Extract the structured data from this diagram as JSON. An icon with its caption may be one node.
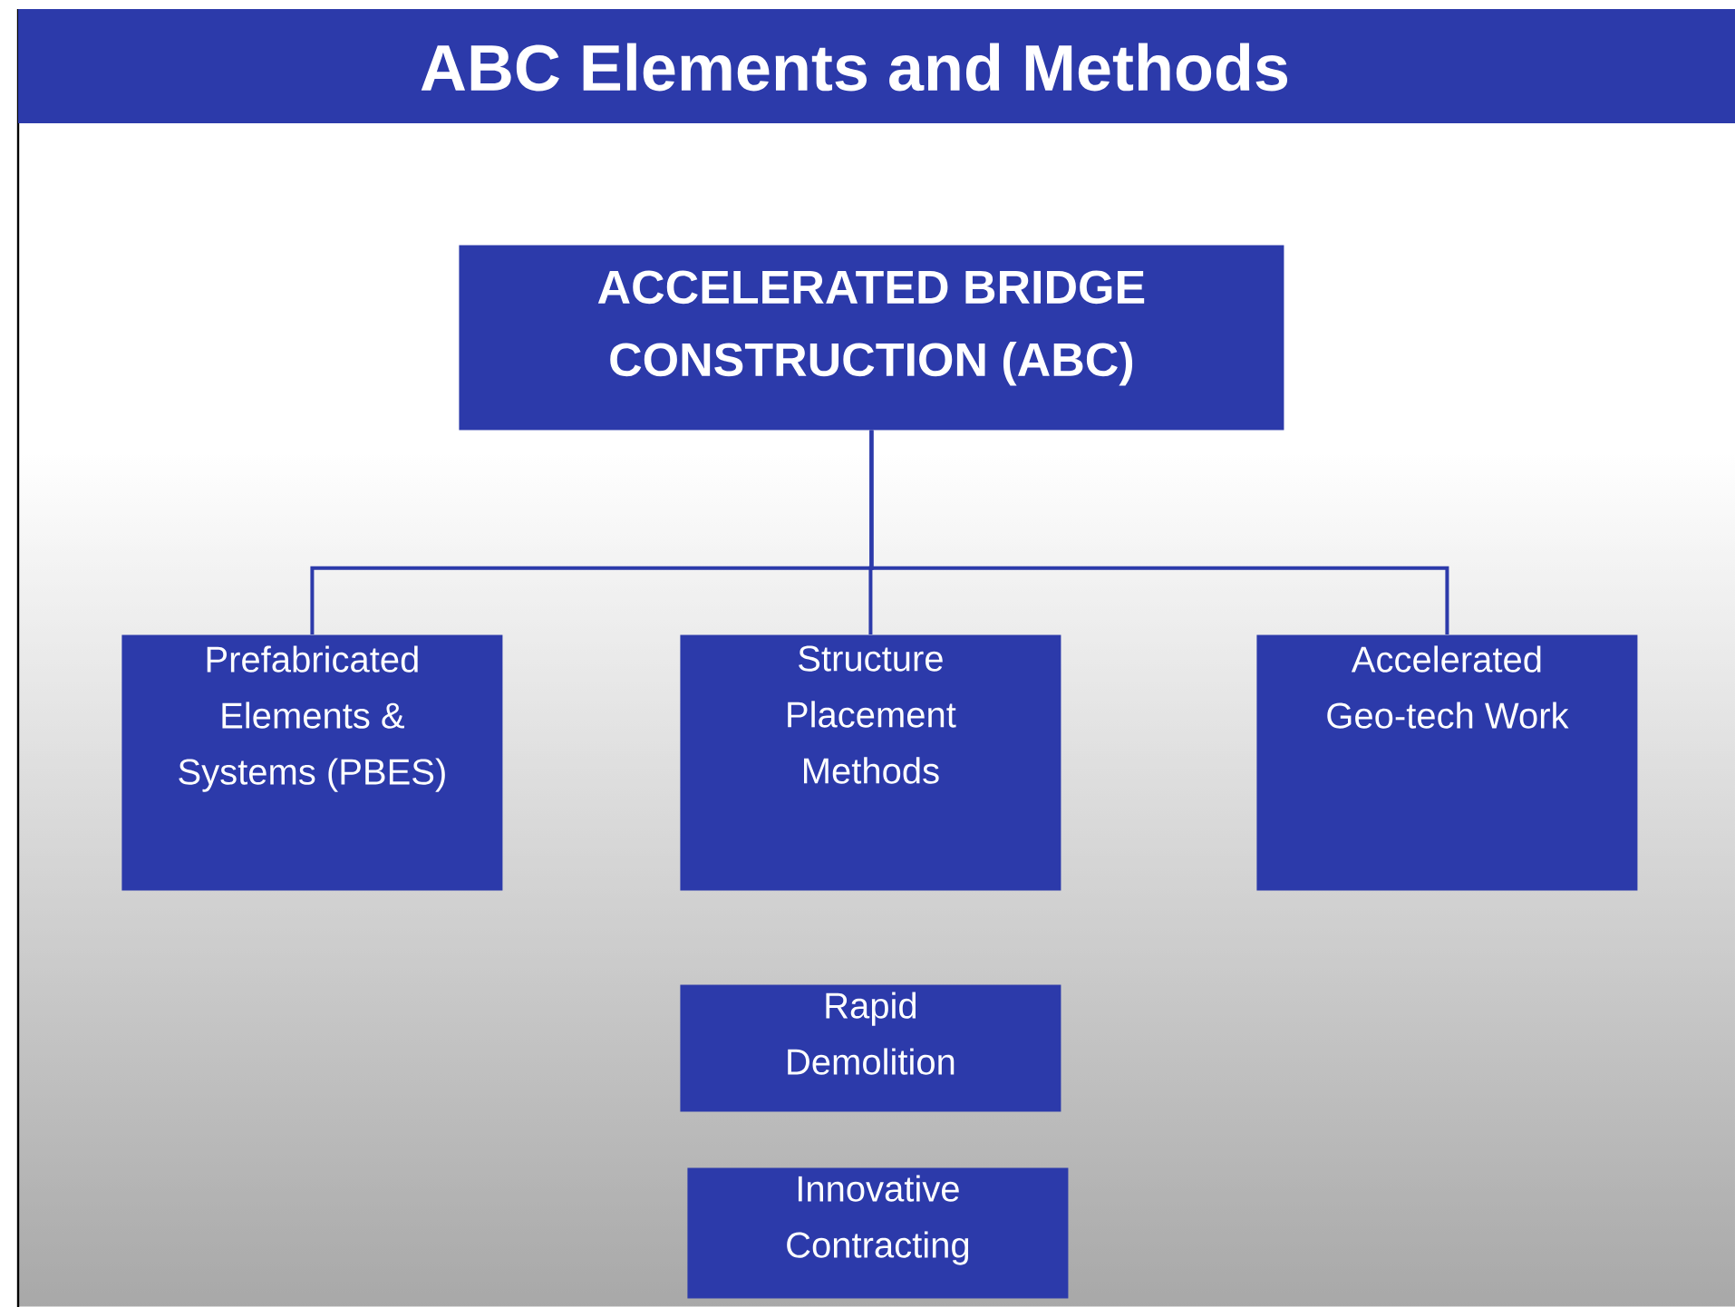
{
  "diagram": {
    "title": "ABC Elements and Methods",
    "nodes": [
      {
        "text": [
          "ACCELERATED BRIDGE CONSTRUCTION (ABC)"
        ]
      },
      {
        "text": [
          "Prefabricated Elements & Systems (PBES)"
        ]
      },
      {
        "text": [
          "Structure Placement Methods"
        ]
      },
      {
        "text": [
          "Accelerated Geo-tech Work"
        ]
      },
      {
        "text": [
          "Rapid Demolition"
        ]
      },
      {
        "text": [
          "Innovative Contracting"
        ]
      }
    ],
    "edges": [
      {
        "from": 0,
        "to": 1,
        "arrow": "none"
      },
      {
        "from": 0,
        "to": 2,
        "arrow": "none"
      },
      {
        "from": 0,
        "to": 3,
        "arrow": "none"
      }
    ]
  }
}
